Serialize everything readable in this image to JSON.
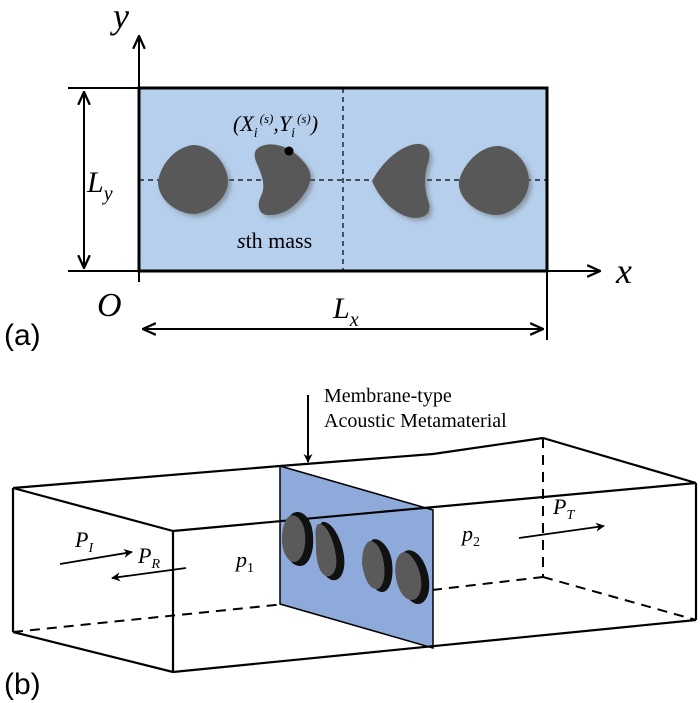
{
  "panel_a": {
    "label": "(a)",
    "axis_y": "y",
    "axis_x": "x",
    "origin": "O",
    "dim_y": "L",
    "dim_y_sub": "y",
    "dim_x": "L",
    "dim_x_sub": "x",
    "coord_label": "(X",
    "coord_i1": "i",
    "coord_s1": "(s)",
    "coord_mid": ",Y",
    "coord_i2": "i",
    "coord_s2": "(s)",
    "coord_end": ")",
    "mass_s": "s",
    "mass_label": "th mass",
    "colors": {
      "membrane": "#b5cfec",
      "mass": "#595959",
      "line": "#000000"
    }
  },
  "panel_b": {
    "label": "(b)",
    "callout_line1": "Membrane-type",
    "callout_line2": "Acoustic Metamaterial",
    "pI": "P",
    "pI_sub": "I",
    "pR": "P",
    "pR_sub": "R",
    "p1": "p",
    "p1_sub": "1",
    "p2": "p",
    "p2_sub": "2",
    "pT": "P",
    "pT_sub": "T",
    "colors": {
      "membrane": "#8eaadb"
    }
  }
}
